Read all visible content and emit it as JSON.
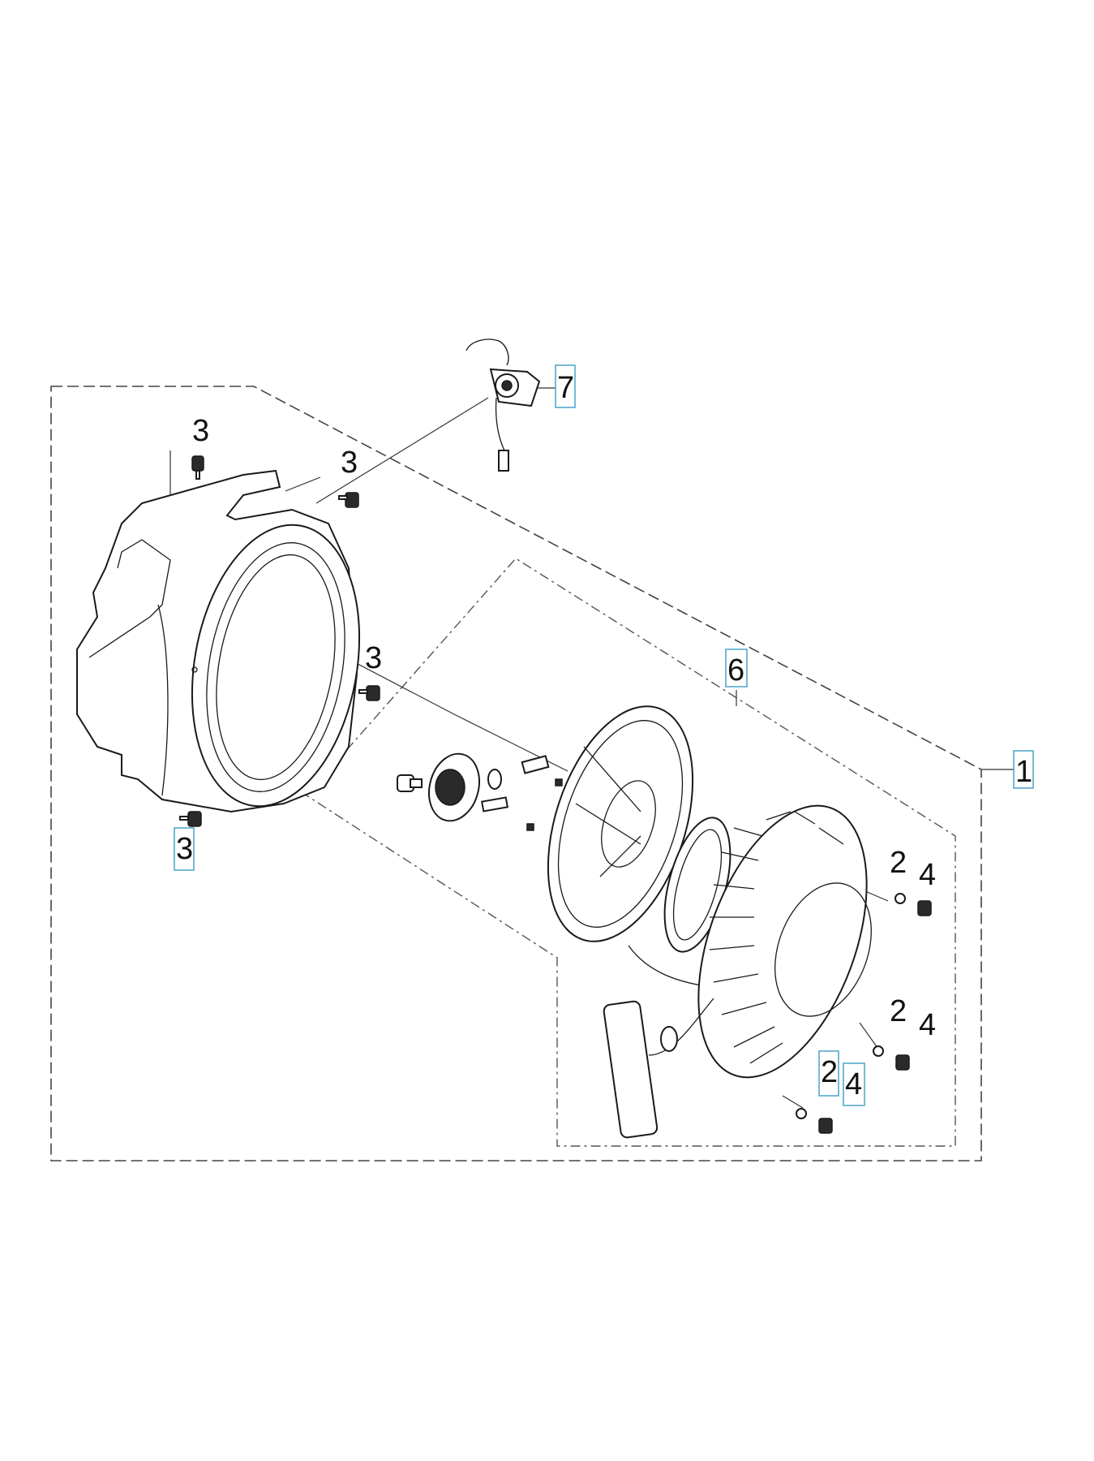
{
  "callouts": {
    "assembly": "1",
    "washer": "2",
    "bolt": "3",
    "screw": "4",
    "starter": "6",
    "switch": "7"
  }
}
